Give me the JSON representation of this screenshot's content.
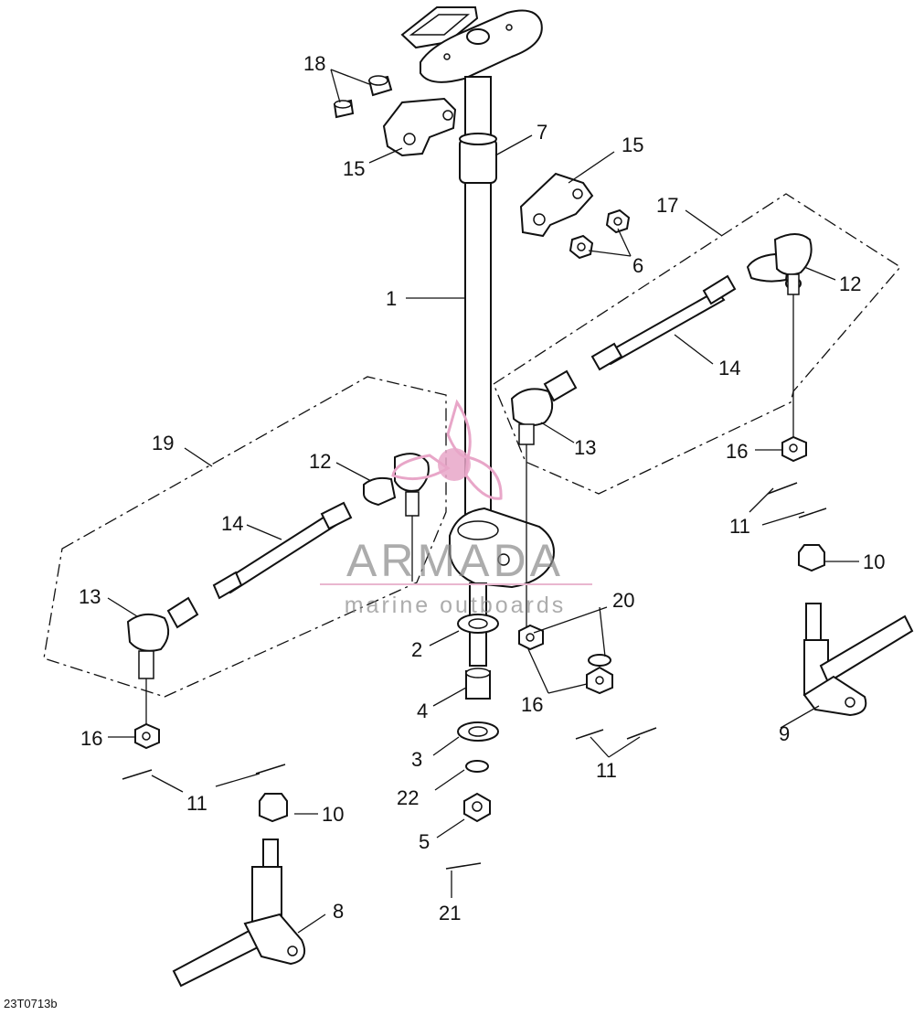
{
  "drawing_code": "23T0713b",
  "watermark": {
    "brand": "ARMADA",
    "tagline": "marine outboards",
    "accent_color": "#e8a6c8",
    "line_color": "#e9b7cf",
    "text_color": "#8a8a8a"
  },
  "callouts": {
    "c1": "1",
    "c2": "2",
    "c3": "3",
    "c4": "4",
    "c5": "5",
    "c6": "6",
    "c7": "7",
    "c8": "8",
    "c9": "9",
    "c10a": "10",
    "c10b": "10",
    "c11a": "11",
    "c11b": "11",
    "c11c": "11",
    "c12a": "12",
    "c12b": "12",
    "c13a": "13",
    "c13b": "13",
    "c14a": "14",
    "c14b": "14",
    "c15a": "15",
    "c15b": "15",
    "c16a": "16",
    "c16b": "16",
    "c16c": "16",
    "c17": "17",
    "c18": "18",
    "c19": "19",
    "c20": "20",
    "c21": "21",
    "c22": "22"
  }
}
